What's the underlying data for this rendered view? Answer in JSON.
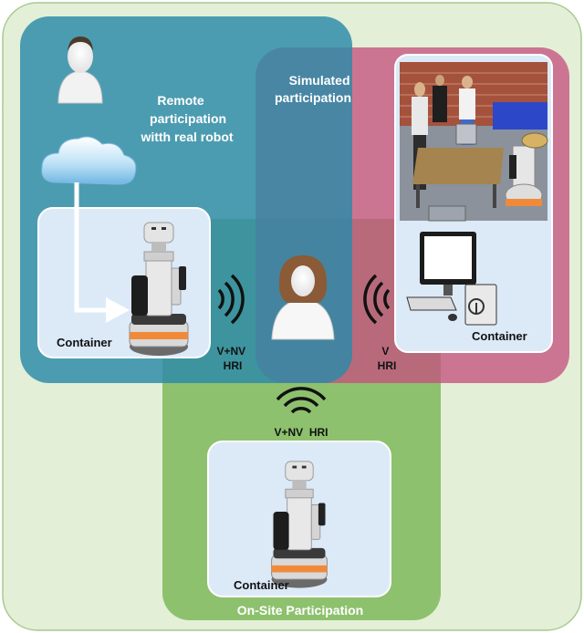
{
  "regions": {
    "remote": {
      "label_lines": [
        "Remote",
        "participation",
        "witth real robot"
      ],
      "color": "#3a93ad"
    },
    "simulated": {
      "label_lines": [
        "Simulated",
        "participation"
      ],
      "color": "#c0507f"
    },
    "onsite": {
      "label": "On-Site Participation",
      "color": "#7fb95c"
    },
    "outer": {
      "color": "#e6f1dc"
    }
  },
  "containers": {
    "remote": "Container",
    "simulated": "Container",
    "onsite": "Container"
  },
  "hri": {
    "remote": [
      "V+NV",
      "HRI"
    ],
    "simulated": [
      "V",
      "HRI"
    ],
    "onsite": "V+NV  HRI"
  },
  "icons": [
    "remote-user-icon",
    "cloud-icon",
    "arrow-icon",
    "robot-icon",
    "participant-icon",
    "wireless-icon",
    "computer-icon",
    "simulation-screenshot"
  ]
}
